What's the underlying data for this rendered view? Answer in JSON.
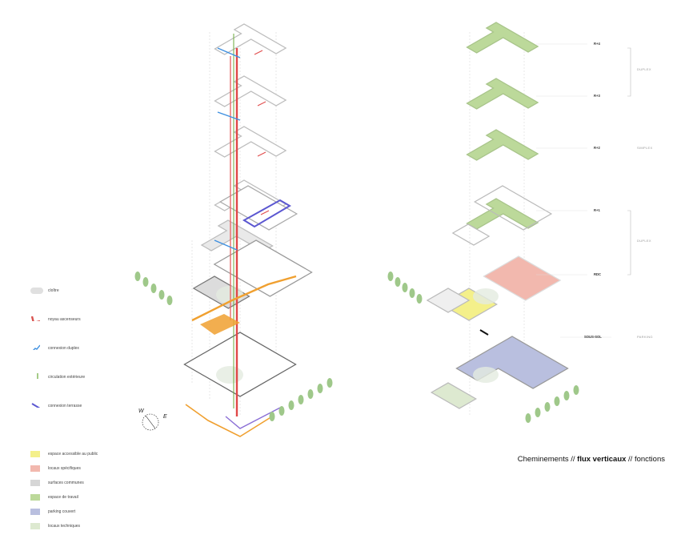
{
  "legend": {
    "circulation": [
      {
        "key": "cloitre",
        "label": "cloître",
        "color": "#d9d9d9"
      },
      {
        "key": "noyau",
        "label": "noyau ascenseurs",
        "color": "#d9534f"
      },
      {
        "key": "duplex",
        "label": "connexion duplex",
        "color": "#3d8fe0"
      },
      {
        "key": "exterieure",
        "label": "circulation extérieure",
        "color": "#6aaa3a"
      },
      {
        "key": "terrasse",
        "label": "connexion terrasse",
        "color": "#5b57d1"
      }
    ],
    "functions": [
      {
        "key": "public",
        "label": "espace accessible au public",
        "color": "#f4f08a"
      },
      {
        "key": "specifiques",
        "label": "locaux spécifiques",
        "color": "#f2b8ae"
      },
      {
        "key": "communes",
        "label": "surfaces communes",
        "color": "#d6d6d6"
      },
      {
        "key": "travail",
        "label": "espace de travail",
        "color": "#bcd99a"
      },
      {
        "key": "parking",
        "label": "parking couvert",
        "color": "#b9bfdf"
      },
      {
        "key": "techniques",
        "label": "locaux techniques",
        "color": "#dde9d0"
      }
    ]
  },
  "levels": [
    {
      "name": "R+4"
    },
    {
      "name": "R+3"
    },
    {
      "name": "R+2"
    },
    {
      "name": "R+1"
    },
    {
      "name": "RDC"
    },
    {
      "name": "SOUS-SOL"
    }
  ],
  "groups": [
    {
      "name": "DUPLEX"
    },
    {
      "name": "SIMPLEX"
    },
    {
      "name": "DUPLEX"
    },
    {
      "name": "PARKING"
    }
  ],
  "compass": {
    "west": "W",
    "east": "E"
  },
  "caption": {
    "part1": "Cheminements // ",
    "bold": "flux verticaux",
    "part2": " // fonctions"
  }
}
